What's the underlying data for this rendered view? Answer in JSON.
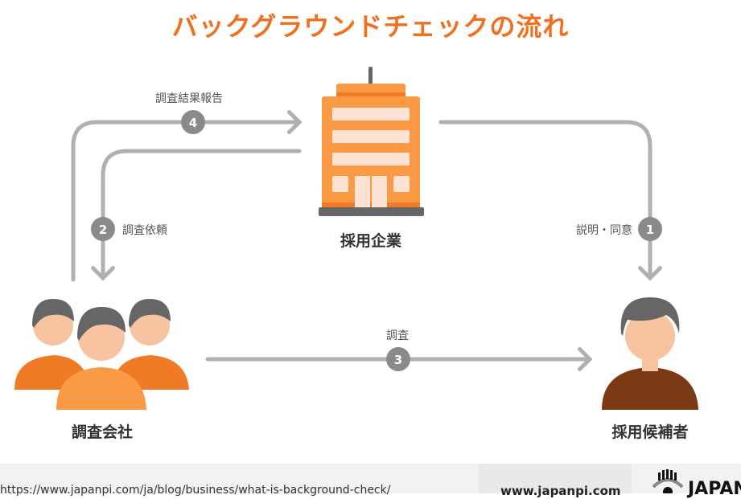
{
  "title": "バックグラウンドチェックの流れ",
  "nodes": {
    "company": "採用企業",
    "agency": "調査会社",
    "candidate": "採用候補者"
  },
  "steps": [
    {
      "number": "1",
      "label": "説明・同意"
    },
    {
      "number": "2",
      "label": "調査依頼"
    },
    {
      "number": "3",
      "label": "調査"
    },
    {
      "number": "4",
      "label": "調査結果報告"
    }
  ],
  "footer": {
    "url": "https://www.japanpi.com/ja/blog/business/what-is-background-check/",
    "site": "www.japanpi.com",
    "logo_text": "JAPAN"
  },
  "colors": {
    "accent": "#f07020",
    "orange": "#fb9a45",
    "line": "#b0b0b0",
    "badge": "#8a8a8a"
  }
}
